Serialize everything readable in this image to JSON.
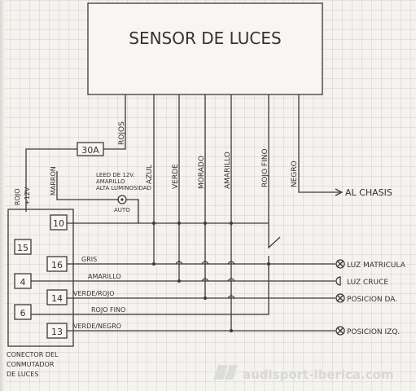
{
  "sensor": {
    "title": "SENSOR DE LUCES"
  },
  "fuse": {
    "label": "30A"
  },
  "wires_top": {
    "rojos": "ROJOS",
    "azul": "AZUL",
    "verde": "VERDE",
    "morado": "MORADO",
    "amarillo": "AMARILLO",
    "rojo_fino": "ROJO FINO",
    "negro": "NEGRO"
  },
  "chassis_label": "AL CHASIS",
  "left_labels": {
    "rojo_12v_line1": "ROJO",
    "rojo_12v_line2": "+12V",
    "marron": "MARRON"
  },
  "led_note": {
    "line1": "LEED DE 12V.",
    "line2": "AMARILLO",
    "line3": "ALTA LUMINOSIDAD"
  },
  "auto_label": "AUTO",
  "connector": {
    "pins": [
      "15",
      "4",
      "6"
    ],
    "caption_line1": "CONECTOR DEL",
    "caption_line2": "CONMUTADOR",
    "caption_line3": "DE LUCES"
  },
  "inner_pins": [
    "10",
    "16",
    "14",
    "13"
  ],
  "wire_labels": {
    "gris": "GRIS",
    "amarillo": "AMARILLO",
    "verde_rojo": "VERDE/ROJO",
    "rojo_fino": "ROJO FINO",
    "verde_negro": "VERDE/NEGRO"
  },
  "outputs": {
    "matricula": "LUZ MATRICULA",
    "cruce": "LUZ CRUCE",
    "posicion_da": "POSICION DA.",
    "posicion_izq": "POSICION IZQ."
  },
  "watermark": "audisport-iberica.com"
}
